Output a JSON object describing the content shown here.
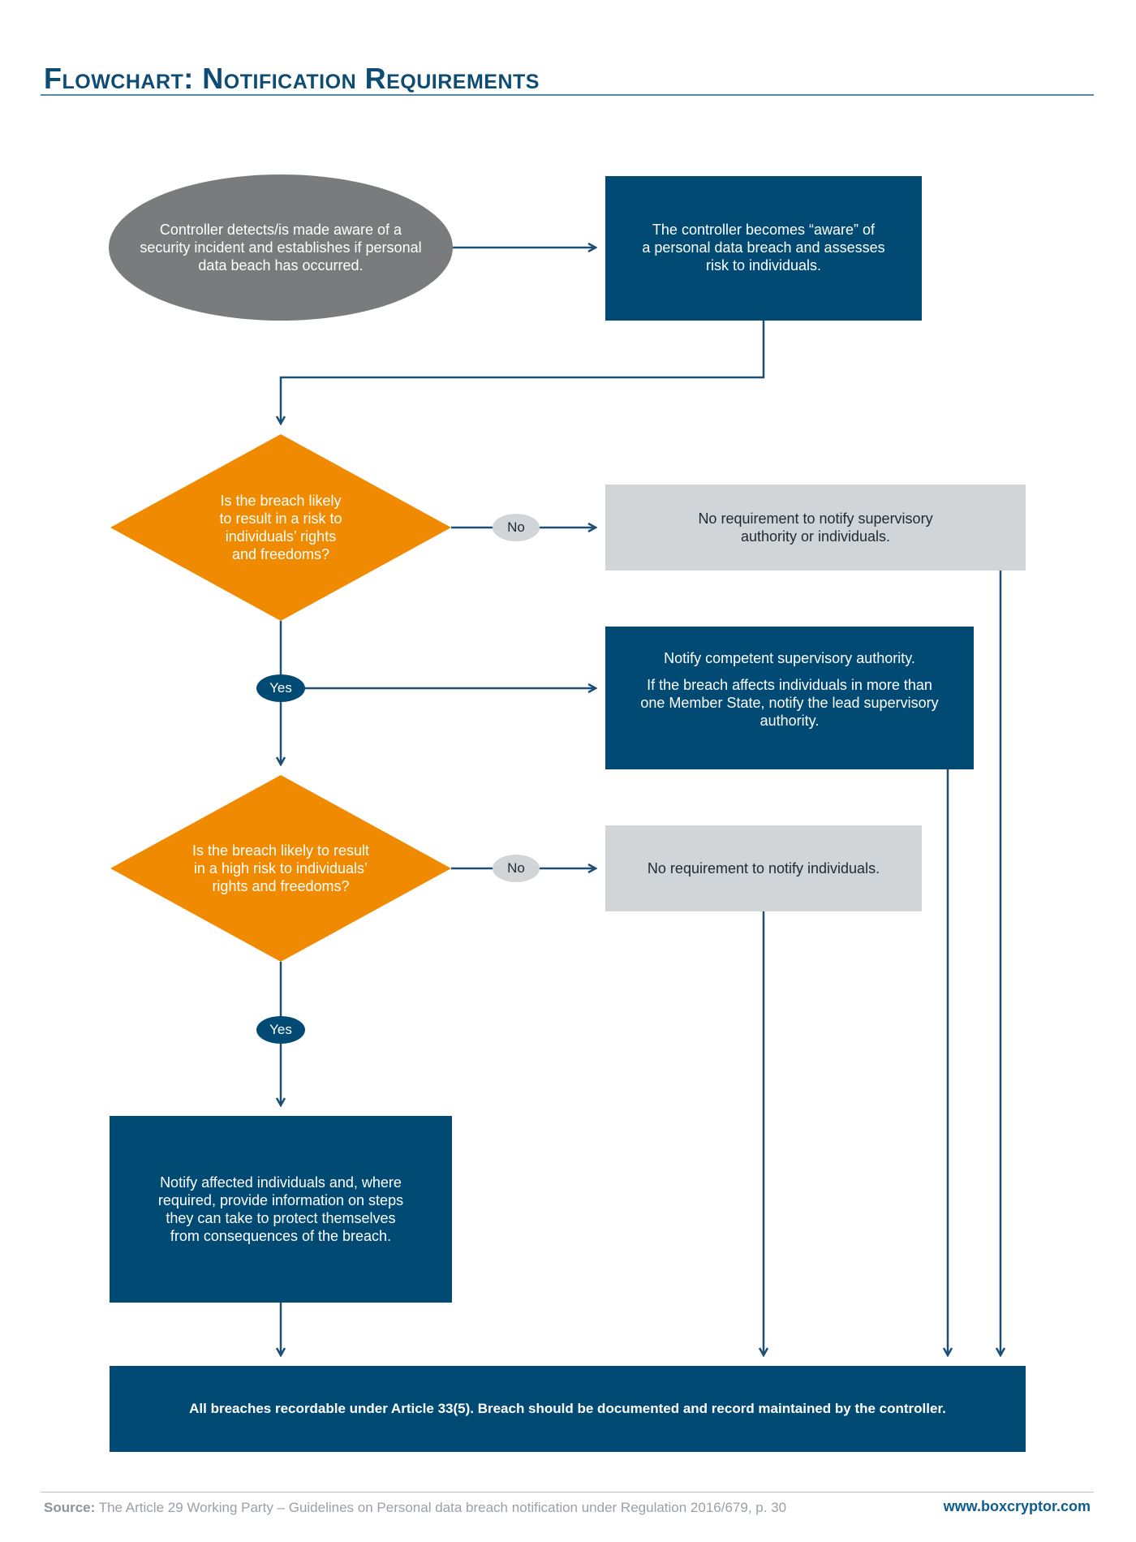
{
  "title": "Flowchart: Notification Requirements",
  "colors": {
    "dark_blue": "#004a74",
    "orange": "#f08a00",
    "gray_ellipse": "#7a7b7d",
    "light_gray": "#d1d5d8",
    "arrow": "#1c4f74",
    "title": "#0f4c74"
  },
  "nodes": {
    "start": "Controller detects/is made aware of a\nsecurity incident and establishes if personal\ndata beach has occurred.",
    "aware": "The controller becomes “aware” of\na personal data breach and assesses\nrisk to individuals.",
    "decision1": "Is the breach likely\nto result in a risk to\nindividuals’ rights\nand freedoms?",
    "no_notify_all": "No requirement to notify supervisory\nauthority or individuals.",
    "notify_authority_1": "Notify competent supervisory authority.",
    "notify_authority_2": "If the breach affects individuals in more than\none Member State, notify the lead supervisory\nauthority.",
    "decision2": "Is the breach likely to result\nin a high risk to individuals’\nrights and freedoms?",
    "no_notify_individuals": "No requirement to notify individuals.",
    "notify_individuals": "Notify affected individuals and, where\nrequired, provide information on steps\nthey can take to protect themselves\nfrom consequences of the breach.",
    "record": "All breaches recordable under Article 33(5). Breach should be documented and record maintained by the controller."
  },
  "labels": {
    "no1": "No",
    "yes1": "Yes",
    "no2": "No",
    "yes2": "Yes"
  },
  "footer": {
    "source_label": "Source:",
    "source_text": " The Article 29 Working Party – Guidelines on Personal data breach notification under Regulation 2016/679, p. 30",
    "website": "www.boxcryptor.com"
  }
}
